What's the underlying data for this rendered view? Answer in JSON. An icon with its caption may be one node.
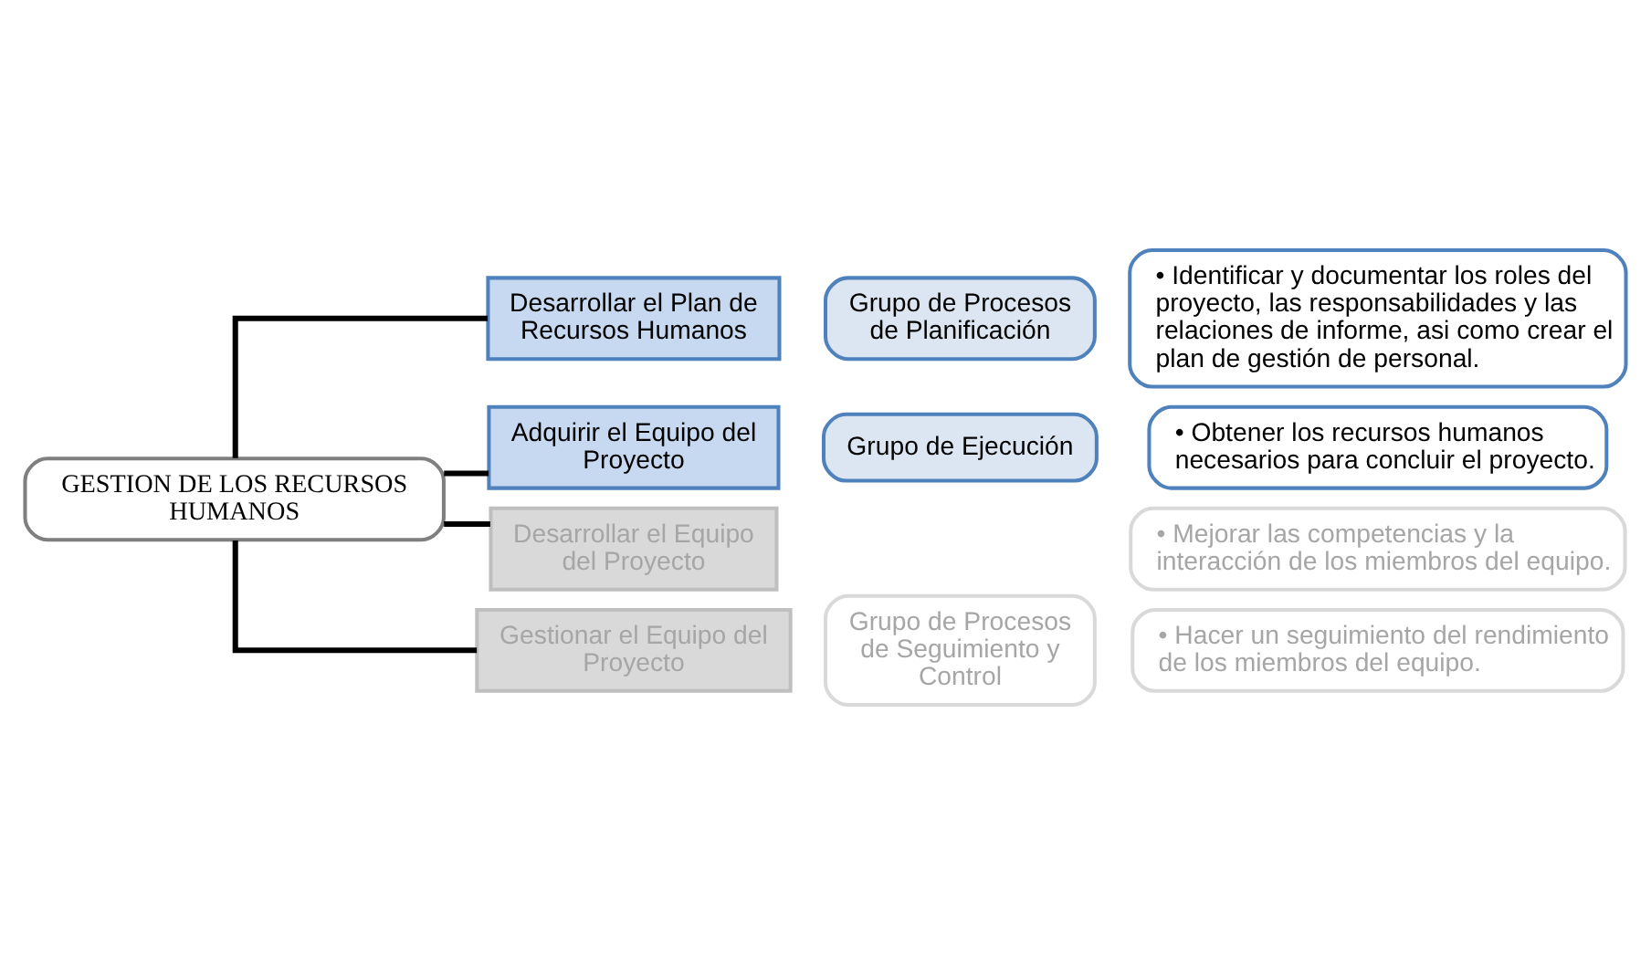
{
  "diagram": {
    "nodes": [
      {
        "text": [
          "GESTION DE LOS RECURSOS HUMANOS"
        ]
      },
      {
        "text": [
          "Desarrollar el Plan de Recursos Humanos"
        ]
      },
      {
        "text": [
          "Grupo de Procesos de Planificación"
        ]
      },
      {
        "text": [
          "• Identificar y documentar los roles del proyecto, las responsabilidades y las relaciones de informe, asi como crear el plan de gestión de personal."
        ]
      },
      {
        "text": [
          "Adquirir el Equipo del Proyecto"
        ]
      },
      {
        "text": [
          "Grupo de Ejecución"
        ]
      },
      {
        "text": [
          "• Obtener los recursos humanos necesarios para concluir el proyecto."
        ]
      },
      {
        "text": [
          "Desarrollar el Equipo del Proyecto"
        ]
      },
      {
        "text": [
          "• Mejorar las competencias y la interacción de los miembros del equipo."
        ]
      },
      {
        "text": [
          "Gestionar el Equipo del Proyecto"
        ]
      },
      {
        "text": [
          "Grupo de Procesos de Seguimiento y Control"
        ]
      },
      {
        "text": [
          "• Hacer un seguimiento del rendimiento de los miembros del equipo."
        ]
      }
    ],
    "edges": [
      {
        "from": 0,
        "to": 1,
        "arrow": "none"
      },
      {
        "from": 0,
        "to": 4,
        "arrow": "none"
      },
      {
        "from": 0,
        "to": 7,
        "arrow": "none"
      },
      {
        "from": 0,
        "to": 9,
        "arrow": "none"
      }
    ]
  }
}
